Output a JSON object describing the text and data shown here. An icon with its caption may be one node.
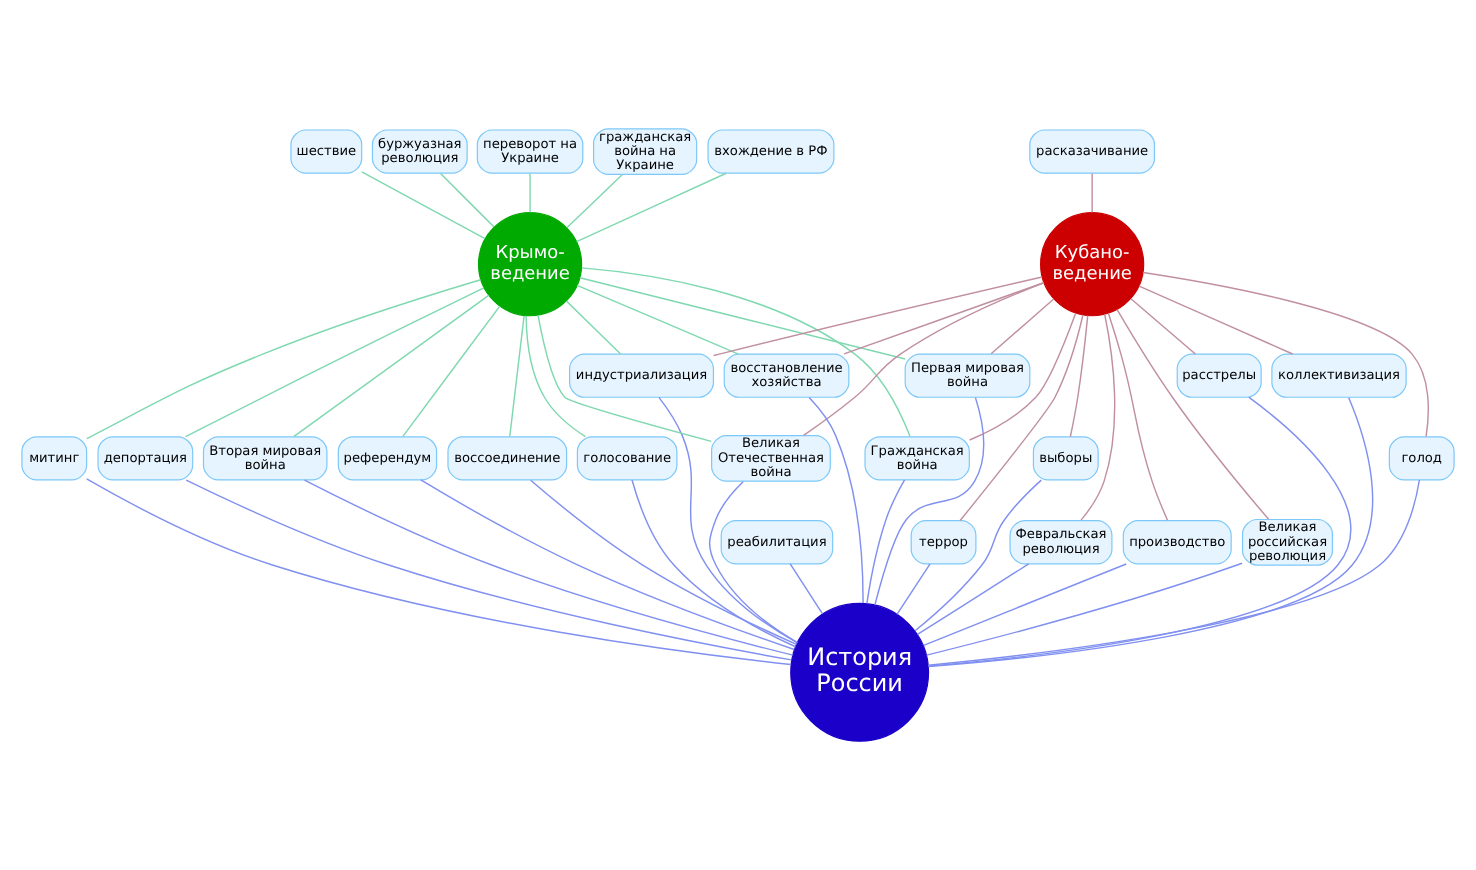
{
  "diagram": {
    "nodes": [
      {
        "text": [
          "переворот на Украине"
        ]
      },
      {
        "text": [
          "гражданская война на Украине"
        ]
      },
      {
        "text": [
          "вхождение в РФ"
        ]
      },
      {
        "text": [
          "расказачивание"
        ]
      },
      {
        "text": [
          "индустриализация"
        ]
      },
      {
        "text": [
          "Крымо- ведение"
        ]
      },
      {
        "text": [
          "шествие"
        ]
      },
      {
        "text": [
          "Гражданская война"
        ]
      },
      {
        "text": [
          "Кубано- ведение"
        ]
      },
      {
        "text": [
          "Первая мировая война"
        ]
      },
      {
        "text": [
          "буржуазная революция"
        ]
      },
      {
        "text": [
          "Великая Отечественная война"
        ]
      },
      {
        "text": [
          "восстановление хозяйства"
        ]
      },
      {
        "text": [
          "митинг"
        ]
      },
      {
        "text": [
          "террор"
        ]
      },
      {
        "text": [
          "выборы"
        ]
      },
      {
        "text": [
          "реабилитация"
        ]
      },
      {
        "text": [
          "воссоединение"
        ]
      },
      {
        "text": [
          "Февральская революция"
        ]
      },
      {
        "text": [
          "депортация"
        ]
      },
      {
        "text": [
          "производство"
        ]
      },
      {
        "text": [
          "Вторая мировая война"
        ]
      },
      {
        "text": [
          "Великая российская революция"
        ]
      },
      {
        "text": [
          "референдум"
        ]
      },
      {
        "text": [
          "расстрелы"
        ]
      },
      {
        "text": [
          "голосование"
        ]
      },
      {
        "text": [
          "коллективизация"
        ]
      },
      {
        "text": [
          "голод"
        ]
      },
      {
        "text": [
          "История России"
        ]
      }
    ],
    "edges": [
      {
        "from": 5,
        "to": 0,
        "arrow": "none",
        "color": "#7fd8b0"
      },
      {
        "from": 5,
        "to": 1,
        "arrow": "none",
        "color": "#7fd8b0"
      },
      {
        "from": 5,
        "to": 2,
        "arrow": "none",
        "color": "#7fd8b0"
      },
      {
        "from": 5,
        "to": 6,
        "arrow": "none",
        "color": "#7fd8b0"
      },
      {
        "from": 5,
        "to": 10,
        "arrow": "none",
        "color": "#7fd8b0"
      },
      {
        "from": 5,
        "to": 4,
        "arrow": "none",
        "color": "#7fd8b0"
      },
      {
        "from": 5,
        "to": 7,
        "arrow": "none",
        "color": "#7fd8b0"
      },
      {
        "from": 5,
        "to": 9,
        "arrow": "none",
        "color": "#7fd8b0"
      },
      {
        "from": 5,
        "to": 11,
        "arrow": "none",
        "color": "#7fd8b0"
      },
      {
        "from": 5,
        "to": 12,
        "arrow": "none",
        "color": "#7fd8b0"
      },
      {
        "from": 5,
        "to": 13,
        "arrow": "none",
        "color": "#7fd8b0"
      },
      {
        "from": 5,
        "to": 17,
        "arrow": "none",
        "color": "#7fd8b0"
      },
      {
        "from": 5,
        "to": 19,
        "arrow": "none",
        "color": "#7fd8b0"
      },
      {
        "from": 5,
        "to": 21,
        "arrow": "none",
        "color": "#7fd8b0"
      },
      {
        "from": 5,
        "to": 23,
        "arrow": "none",
        "color": "#7fd8b0"
      },
      {
        "from": 5,
        "to": 25,
        "arrow": "none",
        "color": "#7fd8b0"
      },
      {
        "from": 8,
        "to": 3,
        "arrow": "none",
        "color": "#c090a0"
      },
      {
        "from": 8,
        "to": 4,
        "arrow": "none",
        "color": "#c090a0"
      },
      {
        "from": 8,
        "to": 7,
        "arrow": "none",
        "color": "#c090a0"
      },
      {
        "from": 8,
        "to": 9,
        "arrow": "none",
        "color": "#c090a0"
      },
      {
        "from": 8,
        "to": 11,
        "arrow": "none",
        "color": "#c090a0"
      },
      {
        "from": 8,
        "to": 12,
        "arrow": "none",
        "color": "#c090a0"
      },
      {
        "from": 8,
        "to": 14,
        "arrow": "none",
        "color": "#c090a0"
      },
      {
        "from": 8,
        "to": 15,
        "arrow": "none",
        "color": "#c090a0"
      },
      {
        "from": 8,
        "to": 18,
        "arrow": "none",
        "color": "#c090a0"
      },
      {
        "from": 8,
        "to": 22,
        "arrow": "none",
        "color": "#c090a0"
      },
      {
        "from": 8,
        "to": 26,
        "arrow": "none",
        "color": "#c090a0"
      },
      {
        "from": 8,
        "to": 27,
        "arrow": "none",
        "color": "#c090a0"
      },
      {
        "from": 8,
        "to": 24,
        "arrow": "none",
        "color": "#c090a0"
      },
      {
        "from": 8,
        "to": 20,
        "arrow": "none",
        "color": "#c090a0"
      },
      {
        "from": 28,
        "to": 4,
        "arrow": "none"
      },
      {
        "from": 28,
        "to": 7,
        "arrow": "none"
      },
      {
        "from": 28,
        "to": 9,
        "arrow": "none"
      },
      {
        "from": 28,
        "to": 11,
        "arrow": "none"
      },
      {
        "from": 28,
        "to": 12,
        "arrow": "none"
      },
      {
        "from": 28,
        "to": 13,
        "arrow": "none"
      },
      {
        "from": 28,
        "to": 17,
        "arrow": "none"
      },
      {
        "from": 28,
        "to": 19,
        "arrow": "none"
      },
      {
        "from": 28,
        "to": 21,
        "arrow": "none"
      },
      {
        "from": 28,
        "to": 23,
        "arrow": "none"
      },
      {
        "from": 28,
        "to": 25,
        "arrow": "none"
      },
      {
        "from": 28,
        "to": 14,
        "arrow": "none"
      },
      {
        "from": 28,
        "to": 15,
        "arrow": "none"
      },
      {
        "from": 28,
        "to": 16,
        "arrow": "none"
      },
      {
        "from": 28,
        "to": 18,
        "arrow": "none"
      },
      {
        "from": 28,
        "to": 20,
        "arrow": "none"
      },
      {
        "from": 28,
        "to": 22,
        "arrow": "none"
      },
      {
        "from": 28,
        "to": 24,
        "arrow": "none"
      },
      {
        "from": 28,
        "to": 26,
        "arrow": "none"
      },
      {
        "from": 28,
        "to": 27,
        "arrow": "none"
      }
    ]
  }
}
